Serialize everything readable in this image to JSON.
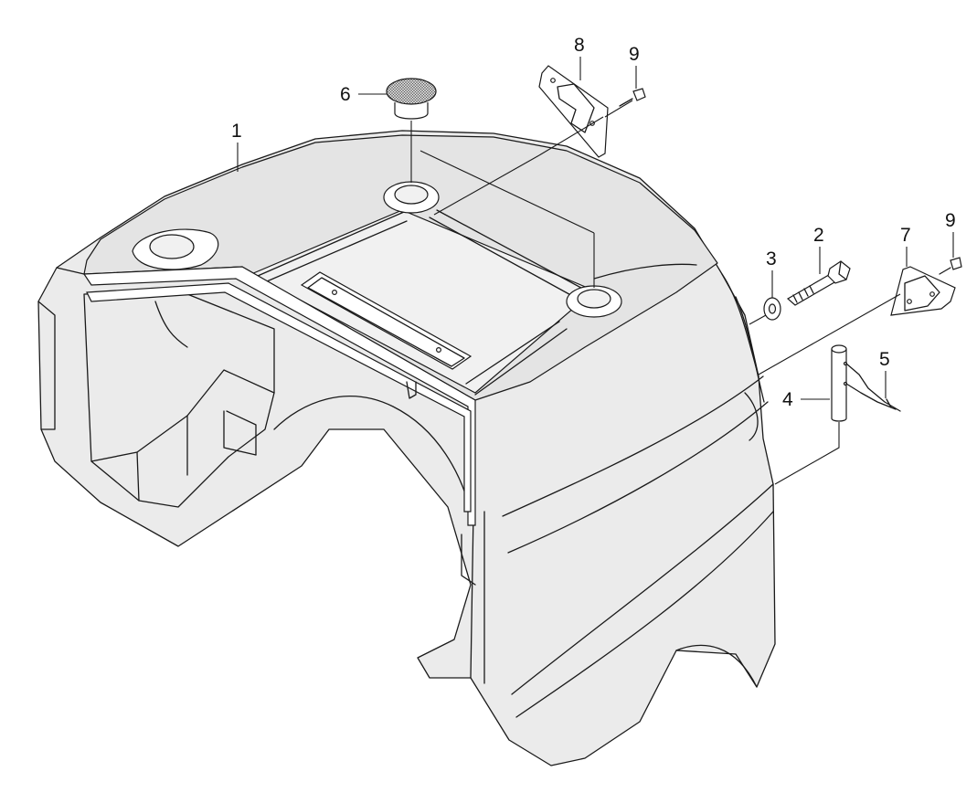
{
  "diagram": {
    "type": "exploded-parts-view",
    "callouts": [
      {
        "id": "1",
        "label": "1"
      },
      {
        "id": "2",
        "label": "2"
      },
      {
        "id": "3",
        "label": "3"
      },
      {
        "id": "4",
        "label": "4"
      },
      {
        "id": "5",
        "label": "5"
      },
      {
        "id": "6",
        "label": "6"
      },
      {
        "id": "7",
        "label": "7"
      },
      {
        "id": "8",
        "label": "8"
      },
      {
        "id": "9a",
        "label": "9"
      },
      {
        "id": "9b",
        "label": "9"
      }
    ]
  }
}
